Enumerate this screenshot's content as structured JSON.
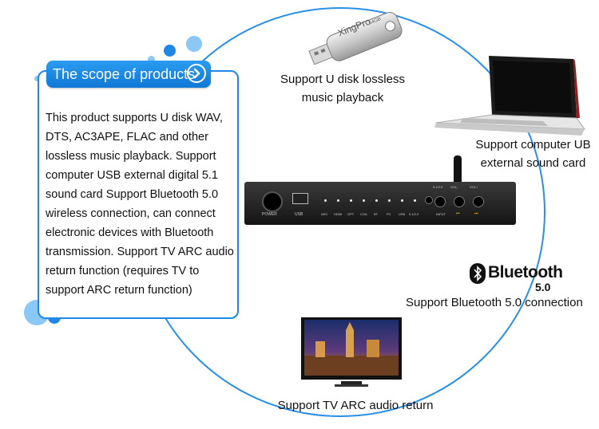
{
  "panel": {
    "title": "The scope of products",
    "arrow_icon": "chevron-right-circle-icon",
    "description": "This product supports U disk WAV, DTS, AC3APE, FLAC and other lossless music playback. Support computer USB external digital 5.1 sound card Support Bluetooth 5.0 wireless connection, can connect electronic devices with Bluetooth transmission. Support TV ARC audio return function (requires TV to support ARC return function)"
  },
  "usb_drive": {
    "brand": "XingPro",
    "capacity": "64GB",
    "caption_line1": "Support U disk lossless",
    "caption_line2": "music playback"
  },
  "laptop": {
    "caption_line1": "Support computer UB",
    "caption_line2": "external sound card"
  },
  "bluetooth": {
    "logo_text": "Bluetooth",
    "version": "5.0",
    "caption": "Support Bluetooth 5.0 connection"
  },
  "tv": {
    "caption": "Support TV ARC audio return"
  },
  "device": {
    "power_label": "POWER",
    "usb_label": "USB",
    "indicators": [
      "ARC",
      "HDMI",
      "OPT",
      "COA",
      "BT",
      "PC",
      "USB",
      "5.1/2.0"
    ],
    "mode_label": "5.1/2.0",
    "vol_minus_label": "VOL-",
    "vol_plus_label": "VOL+",
    "input_label": "INPUT"
  },
  "colors": {
    "accent": "#1f88e5",
    "circle": "#2a8fe6",
    "dot_light": "#8cc8f5"
  }
}
